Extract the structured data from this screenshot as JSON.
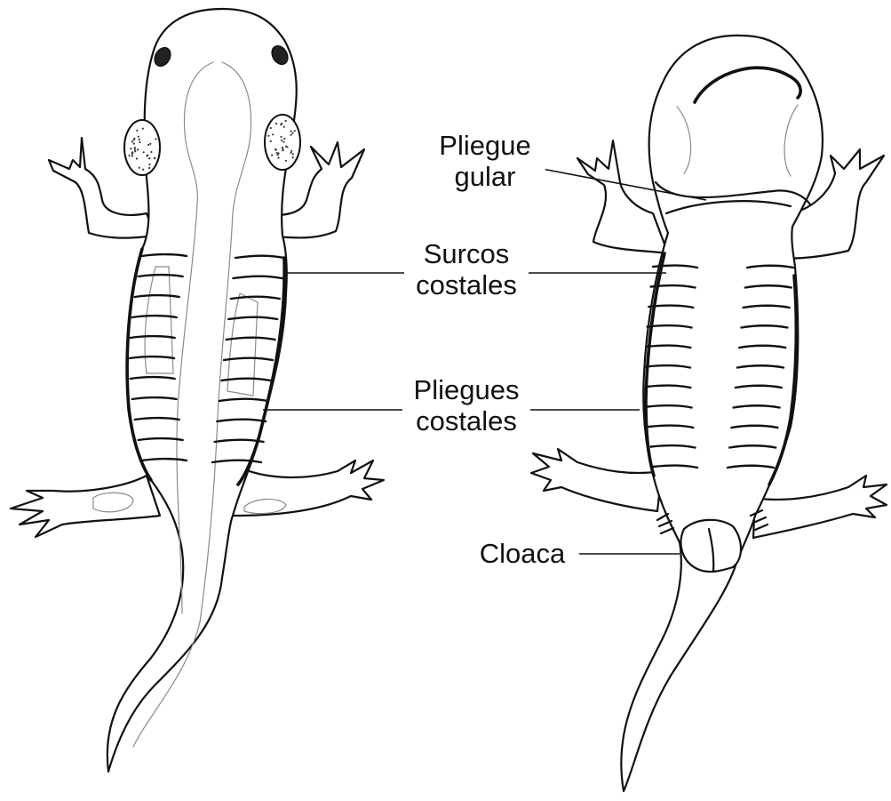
{
  "labels": {
    "pliegue_gular": [
      "Pliegue",
      "gular"
    ],
    "surcos_costales": [
      "Surcos",
      "costales"
    ],
    "pliegues_costales": [
      "Pliegues",
      "costales"
    ],
    "cloaca": "Cloaca"
  },
  "colors": {
    "ink": "#111111",
    "faint": "#8a8a8a",
    "background": "#ffffff"
  }
}
